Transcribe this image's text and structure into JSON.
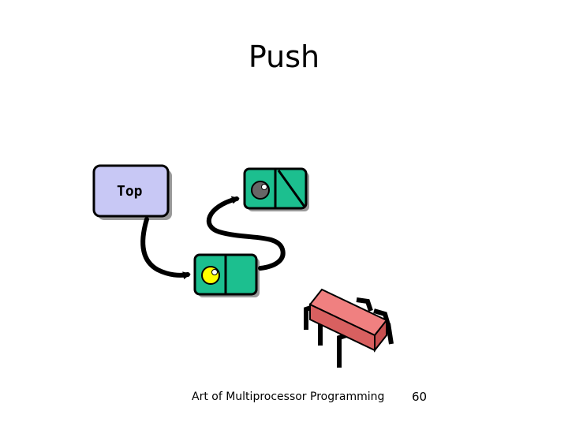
{
  "slide": {
    "title": "Push",
    "footer": "Art of Multiprocessor Programming",
    "page_number": "60"
  },
  "diagram": {
    "top_pointer": {
      "label": "Top"
    },
    "colors": {
      "top_box_fill": "#c8c8f5",
      "node_fill": "#1cbf8f",
      "existing_value": "#666666",
      "new_value": "#ffff00",
      "thread_body": "#f08080",
      "thread_side": "#d86060",
      "shadow": "#999999"
    },
    "icons": [
      "thread-bug-icon"
    ]
  }
}
